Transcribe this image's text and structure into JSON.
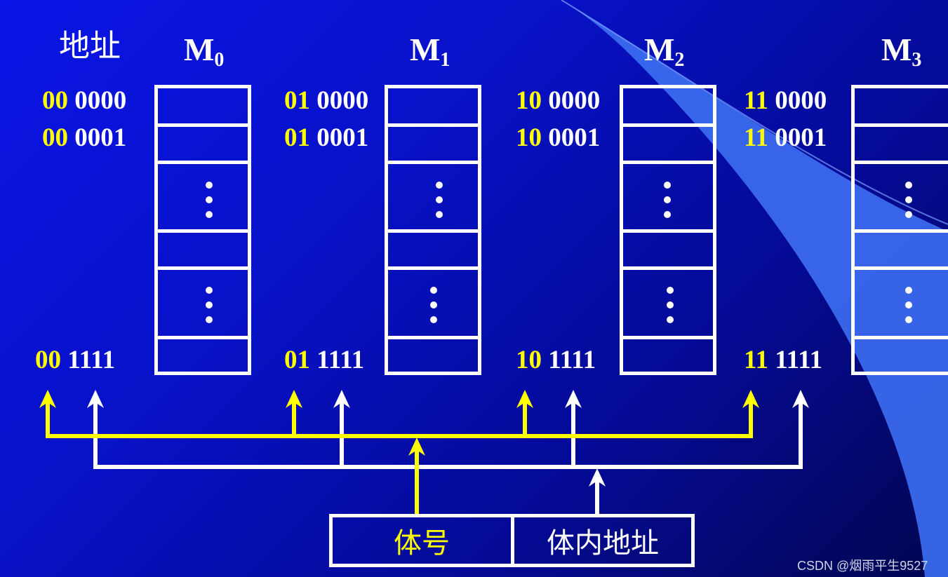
{
  "header": {
    "address_label": "地址",
    "modules": [
      {
        "letter": "M",
        "sub": "0"
      },
      {
        "letter": "M",
        "sub": "1"
      },
      {
        "letter": "M",
        "sub": "2"
      },
      {
        "letter": "M",
        "sub": "3"
      }
    ]
  },
  "addresses": [
    {
      "first": {
        "bank": "00",
        "offset": "0000"
      },
      "second": {
        "bank": "00",
        "offset": "0001"
      },
      "last": {
        "bank": "00",
        "offset": "1111"
      }
    },
    {
      "first": {
        "bank": "01",
        "offset": "0000"
      },
      "second": {
        "bank": "01",
        "offset": "0001"
      },
      "last": {
        "bank": "01",
        "offset": "1111"
      }
    },
    {
      "first": {
        "bank": "10",
        "offset": "0000"
      },
      "second": {
        "bank": "10",
        "offset": "0001"
      },
      "last": {
        "bank": "10",
        "offset": "1111"
      }
    },
    {
      "first": {
        "bank": "11",
        "offset": "0000"
      },
      "second": {
        "bank": "11",
        "offset": "0001"
      },
      "last": {
        "bank": "11",
        "offset": "1111"
      }
    }
  ],
  "register": {
    "bank_field": "体号",
    "offset_field": "体内地址"
  },
  "watermark": "CSDN @烟雨平生9527",
  "colors": {
    "bank_bits": "#ffff00",
    "offset_bits": "#ffffff",
    "background": "#0a14e6"
  }
}
